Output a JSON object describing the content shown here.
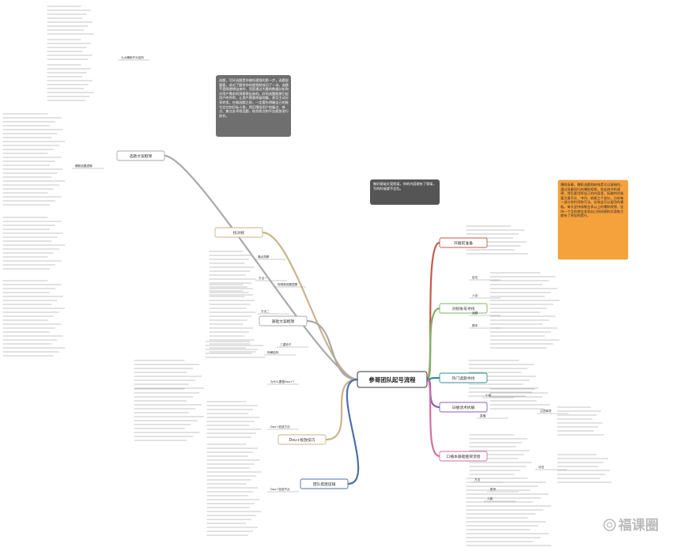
{
  "center": "参哥团队起号流程",
  "main_branches": [
    {
      "label": "找对标",
      "color": "#c9b38a"
    },
    {
      "label": "选题文案框架",
      "color": "#a9a9a9"
    },
    {
      "label": "基础文案框架",
      "color": "#a9a9a9"
    },
    {
      "label": "Dou+投放技巧",
      "color": "#c9b38a"
    },
    {
      "label": "团队搭建逻辑",
      "color": "#4f6fa8"
    },
    {
      "label": "开播前准备",
      "color": "#c45a4a"
    },
    {
      "label": "对标账号寻找",
      "color": "#7fb36a"
    },
    {
      "label": "热门选题寻找",
      "color": "#2f8f9a"
    },
    {
      "label": "日播话术拆解",
      "color": "#8a5fb0"
    },
    {
      "label": "口播本基础框架流程",
      "color": "#d06fa0"
    }
  ],
  "sub_labels": {
    "tech_content_left": "九大爆款开头结构",
    "direct_questions_left": "爆款选题逻辑",
    "case_study": "痛点洞察",
    "note_branch": "短视频选题逻辑",
    "topic_col": "方法一",
    "topic_col2": "方法二",
    "hit": "三重钩子",
    "loss": "拆解结构",
    "dou_left": "为什么要做Dou+？",
    "dou_mid": "Dou+投放方法",
    "dou_rate": "Dou+投放节点",
    "r_target": "定位",
    "r_notes": "人设",
    "r_content": "选题",
    "r_order": "脚本",
    "r_exec": "直播",
    "r_sel1": "小组",
    "r_sel2": "注意事项",
    "r_sel3": "补充",
    "r_sel4": "方法",
    "r_sel5": "账号",
    "r_sel6": "人数"
  },
  "grey_box": "选题，写好选题是你做短视频的第一步，选题很重要，选对了题材你的视频就成功了一半。选题不是随便想出来的，而是通过大量的数据分析和对用户需求的洞察得出来的。好的选题能够引起用户的共鸣，让用户愿意停留观看，甚至主动分享转发。在做选题之前，一定要先明确自己的账号定位和目标人群，然后围绕用户的痛点、痒点、爽点去寻找话题，结合热点和平台趋势进行创作。",
  "orange_box": "爆款拆解，爆款选题和结构是可以复制的，通过拆解同行的爆款视频，找出其中的规律，然后套用到自己的内容里。拆解的时候要注意开头、中间、结尾三个部分，分析每一部分的作用和写法，总结出可以复用的模板。每天坚持拆解五条以上的爆款视频，坚持一个月你就会发现自己的网感和文案能力都有了明显的提升。",
  "question_box": "做好基础文案框架，你的内容就有了骨架，写的时候就不会乱。",
  "watermark": "福课圈"
}
